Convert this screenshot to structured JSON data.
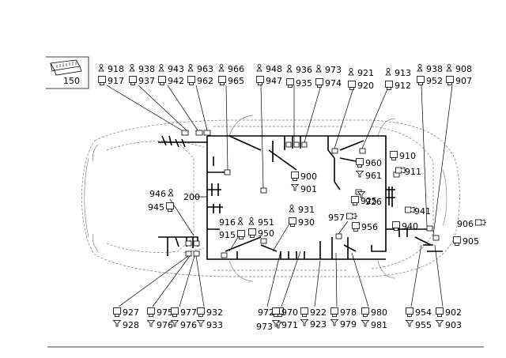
{
  "inset_label": "150",
  "main_harness_label": "200",
  "callouts": [
    {
      "id": "c918",
      "text": "918",
      "icon": "ground-terminal-icon"
    },
    {
      "id": "c917",
      "text": "917",
      "icon": "connector-icon"
    },
    {
      "id": "c938a",
      "text": "938",
      "icon": "ground-terminal-icon"
    },
    {
      "id": "c937",
      "text": "937",
      "icon": "connector-icon"
    },
    {
      "id": "c943",
      "text": "943",
      "icon": "ground-terminal-icon"
    },
    {
      "id": "c942",
      "text": "942",
      "icon": "connector-icon"
    },
    {
      "id": "c963",
      "text": "963",
      "icon": "ground-terminal-icon"
    },
    {
      "id": "c962",
      "text": "962",
      "icon": "connector-icon"
    },
    {
      "id": "c966",
      "text": "966",
      "icon": "ground-terminal-icon"
    },
    {
      "id": "c965",
      "text": "965",
      "icon": "connector-icon"
    },
    {
      "id": "c948",
      "text": "948",
      "icon": "ground-terminal-icon"
    },
    {
      "id": "c947",
      "text": "947",
      "icon": "connector-icon"
    },
    {
      "id": "c936",
      "text": "936",
      "icon": "ground-terminal-icon"
    },
    {
      "id": "c935",
      "text": "935",
      "icon": "connector-icon"
    },
    {
      "id": "c973",
      "text": "973",
      "icon": "ground-terminal-icon"
    },
    {
      "id": "c974",
      "text": "974",
      "icon": "connector-icon"
    },
    {
      "id": "c921",
      "text": "921",
      "icon": "ground-terminal-icon"
    },
    {
      "id": "c920",
      "text": "920",
      "icon": "connector-icon"
    },
    {
      "id": "c913",
      "text": "913",
      "icon": "ground-terminal-icon"
    },
    {
      "id": "c912",
      "text": "912",
      "icon": "connector-icon"
    },
    {
      "id": "c938b",
      "text": "938",
      "icon": "ground-terminal-icon"
    },
    {
      "id": "c952",
      "text": "952",
      "icon": "connector-icon"
    },
    {
      "id": "c908",
      "text": "908",
      "icon": "ground-terminal-icon"
    },
    {
      "id": "c907",
      "text": "907",
      "icon": "connector-icon"
    },
    {
      "id": "c910",
      "text": "910",
      "icon": "connector-icon"
    },
    {
      "id": "c911",
      "text": "911",
      "icon": "plug-icon"
    },
    {
      "id": "c960",
      "text": "960",
      "icon": "connector-icon"
    },
    {
      "id": "c961",
      "text": "961",
      "icon": "pin-icon"
    },
    {
      "id": "c900",
      "text": "900",
      "icon": "connector-icon"
    },
    {
      "id": "c901",
      "text": "901",
      "icon": "pin-icon"
    },
    {
      "id": "c925",
      "text": "925",
      "icon": "connector-icon"
    },
    {
      "id": "c926",
      "text": "926",
      "icon": "pin-icon"
    },
    {
      "id": "c946",
      "text": "946",
      "icon": "ground-terminal-icon"
    },
    {
      "id": "c945",
      "text": "945",
      "icon": "connector-icon"
    },
    {
      "id": "c941",
      "text": "941",
      "icon": "plug-icon"
    },
    {
      "id": "c940",
      "text": "940",
      "icon": "connector-icon"
    },
    {
      "id": "c931",
      "text": "931",
      "icon": "ground-terminal-icon"
    },
    {
      "id": "c930",
      "text": "930",
      "icon": "connector-icon"
    },
    {
      "id": "c957",
      "text": "957",
      "icon": "plug-icon"
    },
    {
      "id": "c956",
      "text": "956",
      "icon": "connector-icon"
    },
    {
      "id": "c916",
      "text": "916",
      "icon": "ground-terminal-icon"
    },
    {
      "id": "c915",
      "text": "915",
      "icon": "connector-icon"
    },
    {
      "id": "c951",
      "text": "951",
      "icon": "ground-terminal-icon"
    },
    {
      "id": "c950",
      "text": "950",
      "icon": "connector-icon"
    },
    {
      "id": "c906",
      "text": "906",
      "icon": "plug-icon"
    },
    {
      "id": "c905",
      "text": "905",
      "icon": "connector-icon"
    },
    {
      "id": "c927",
      "text": "927",
      "icon": "connector-icon"
    },
    {
      "id": "c928",
      "text": "928",
      "icon": "pin-icon"
    },
    {
      "id": "c975",
      "text": "975",
      "icon": "connector-icon"
    },
    {
      "id": "c976a",
      "text": "976",
      "icon": "pin-icon"
    },
    {
      "id": "c977",
      "text": "977",
      "icon": "connector-icon"
    },
    {
      "id": "c976b",
      "text": "976",
      "icon": "pin-icon"
    },
    {
      "id": "c932",
      "text": "932",
      "icon": "connector-icon"
    },
    {
      "id": "c933",
      "text": "933",
      "icon": "pin-icon"
    },
    {
      "id": "c972",
      "text": "972",
      "icon": "connector-icon"
    },
    {
      "id": "c973b",
      "text": "973",
      "icon": "pin-icon"
    },
    {
      "id": "c970",
      "text": "970",
      "icon": "connector-icon"
    },
    {
      "id": "c971",
      "text": "971",
      "icon": "pin-icon"
    },
    {
      "id": "c922",
      "text": "922",
      "icon": "connector-icon"
    },
    {
      "id": "c923",
      "text": "923",
      "icon": "pin-icon"
    },
    {
      "id": "c978",
      "text": "978",
      "icon": "connector-icon"
    },
    {
      "id": "c979",
      "text": "979",
      "icon": "pin-icon"
    },
    {
      "id": "c980",
      "text": "980",
      "icon": "connector-icon"
    },
    {
      "id": "c981",
      "text": "981",
      "icon": "pin-icon"
    },
    {
      "id": "c954",
      "text": "954",
      "icon": "connector-icon"
    },
    {
      "id": "c955",
      "text": "955",
      "icon": "pin-icon"
    },
    {
      "id": "c902",
      "text": "902",
      "icon": "connector-icon"
    },
    {
      "id": "c903",
      "text": "903",
      "icon": "pin-icon"
    }
  ]
}
